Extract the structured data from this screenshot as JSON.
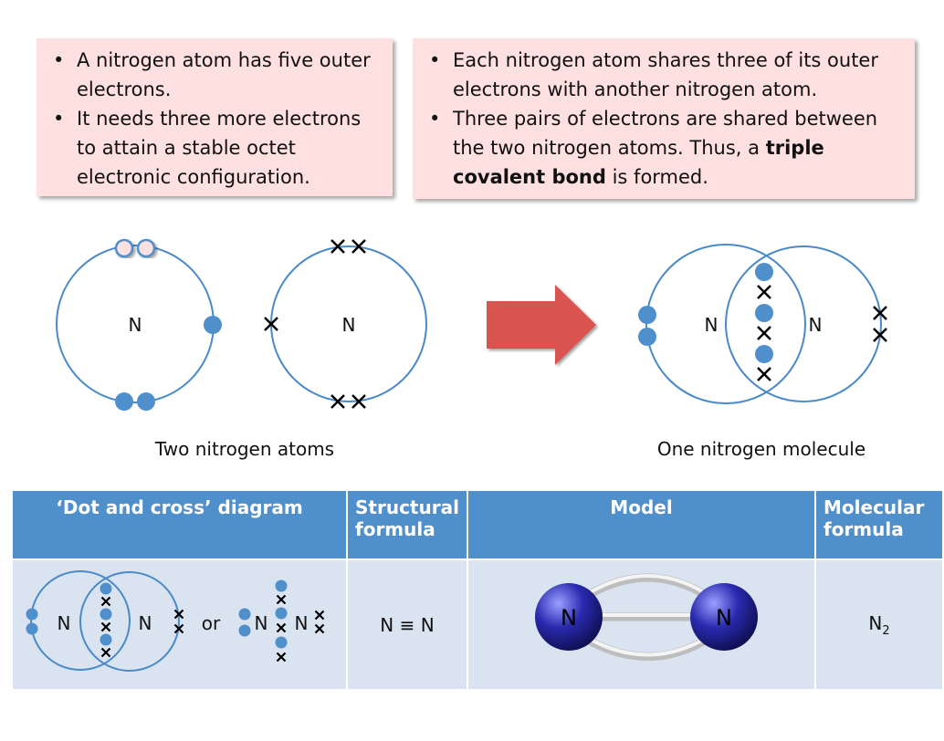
{
  "box_left": {
    "bullets": [
      "A nitrogen atom has five outer electrons.",
      "It needs three more electrons to attain a stable octet electronic configuration."
    ]
  },
  "box_right": {
    "bullet1": "Each nitrogen atom shares three of its outer electrons with another nitrogen atom.",
    "bullet2_pre": "Three pairs of electrons are shared between the two nitrogen atoms. Thus, a ",
    "bullet2_bold": "triple covalent bond",
    "bullet2_post": " is formed."
  },
  "diagram": {
    "atom_symbol": "N",
    "caption_left": "Two nitrogen atoms",
    "caption_right": "One nitrogen molecule"
  },
  "table": {
    "headers": [
      "‘Dot and cross’ diagram",
      "Structural formula",
      "Model",
      "Molecular formula"
    ],
    "or_label": "or",
    "structural": "N ≡ N",
    "molecular_base": "N",
    "molecular_sub": "2"
  },
  "colors": {
    "dot": "#4f8fcc",
    "orbit": "#4a8ac8",
    "arrow": "#d9534f",
    "box": "#fde0df",
    "header": "#4f8fcc",
    "cell": "#dae3f0"
  }
}
